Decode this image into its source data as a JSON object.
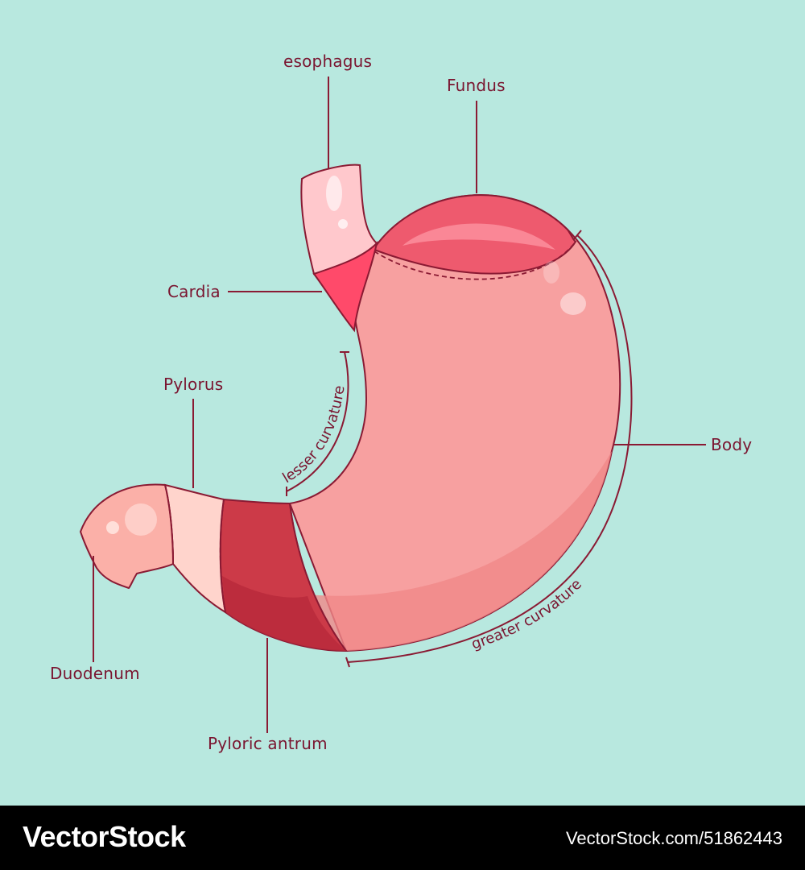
{
  "labels": {
    "esophagus": "esophagus",
    "fundus": "Fundus",
    "cardia": "Cardia",
    "pylorus": "Pylorus",
    "body": "Body",
    "duodenum": "Duodenum",
    "pyloric_antrum": "Pyloric antrum",
    "lesser_curvature": "lesser curvature",
    "greater_curvature": "greater curvature"
  },
  "colors": {
    "background": "#b8e8df",
    "outline": "#8a1a33",
    "label_text": "#7a1530",
    "body_fill": "#f7a0a0",
    "fundus_fill": "#ee5a6e",
    "cardia_fill": "#ff4a6a",
    "esophagus_fill": "#ffc8cc",
    "antrum_fill": "#cc3a48",
    "pylorus_fill": "#ffd4cc",
    "duodenum_fill": "#fbb0a8"
  },
  "watermark": {
    "brand": "VectorStock",
    "id_text": "VectorStock.com/51862443"
  }
}
